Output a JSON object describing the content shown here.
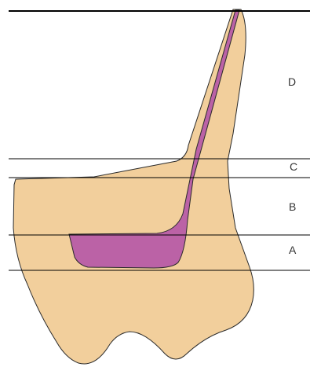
{
  "diagram": {
    "zones": [
      {
        "id": "D",
        "label": "D"
      },
      {
        "id": "C",
        "label": "C"
      },
      {
        "id": "B",
        "label": "B"
      },
      {
        "id": "A",
        "label": "A"
      }
    ],
    "colors": {
      "body_fill": "#f2cf9c",
      "channel_fill": "#bb62a6",
      "outline": "#2a2a2a",
      "guide_line": "#000000"
    }
  }
}
